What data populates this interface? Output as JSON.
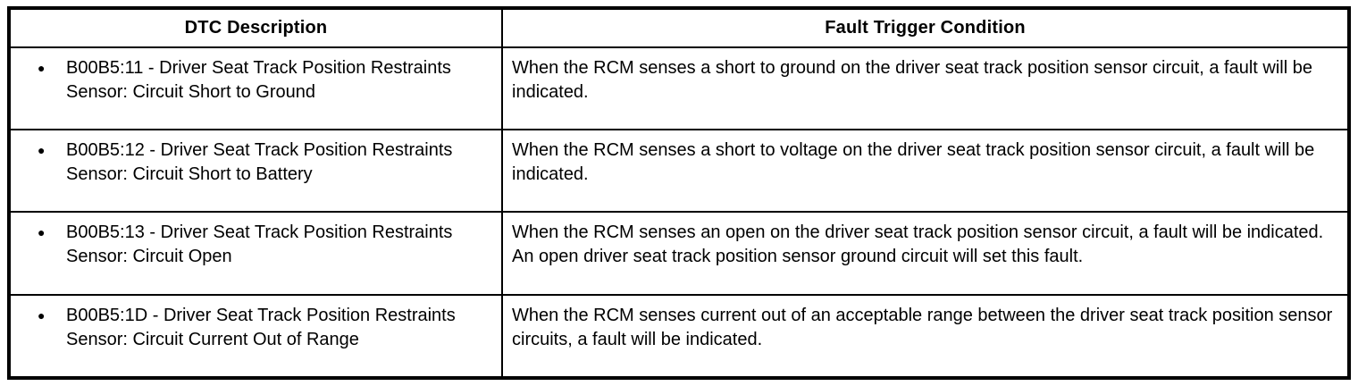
{
  "icons": {
    "bullet": "●"
  },
  "table": {
    "headers": [
      "DTC Description",
      "Fault Trigger Condition"
    ],
    "rows": [
      {
        "dtc": "B00B5:11 - Driver Seat Track Position Restraints Sensor: Circuit Short to Ground",
        "condition": "When the RCM senses a short to ground on the driver seat track position sensor circuit, a fault will be indicated."
      },
      {
        "dtc": "B00B5:12 - Driver Seat Track Position Restraints Sensor: Circuit Short to Battery",
        "condition": "When the RCM senses a short to voltage on the driver seat track position sensor circuit, a fault will be indicated."
      },
      {
        "dtc": "B00B5:13 - Driver Seat Track Position Restraints Sensor: Circuit Open",
        "condition": "When the RCM senses an open on the driver seat track position sensor circuit, a fault will be indicated. An open driver seat track position sensor ground circuit will set this fault."
      },
      {
        "dtc": "B00B5:1D - Driver Seat Track Position Restraints Sensor: Circuit Current Out of Range",
        "condition": "When the RCM senses current out of an acceptable range between the driver seat track position sensor circuits, a fault will be indicated."
      }
    ]
  }
}
